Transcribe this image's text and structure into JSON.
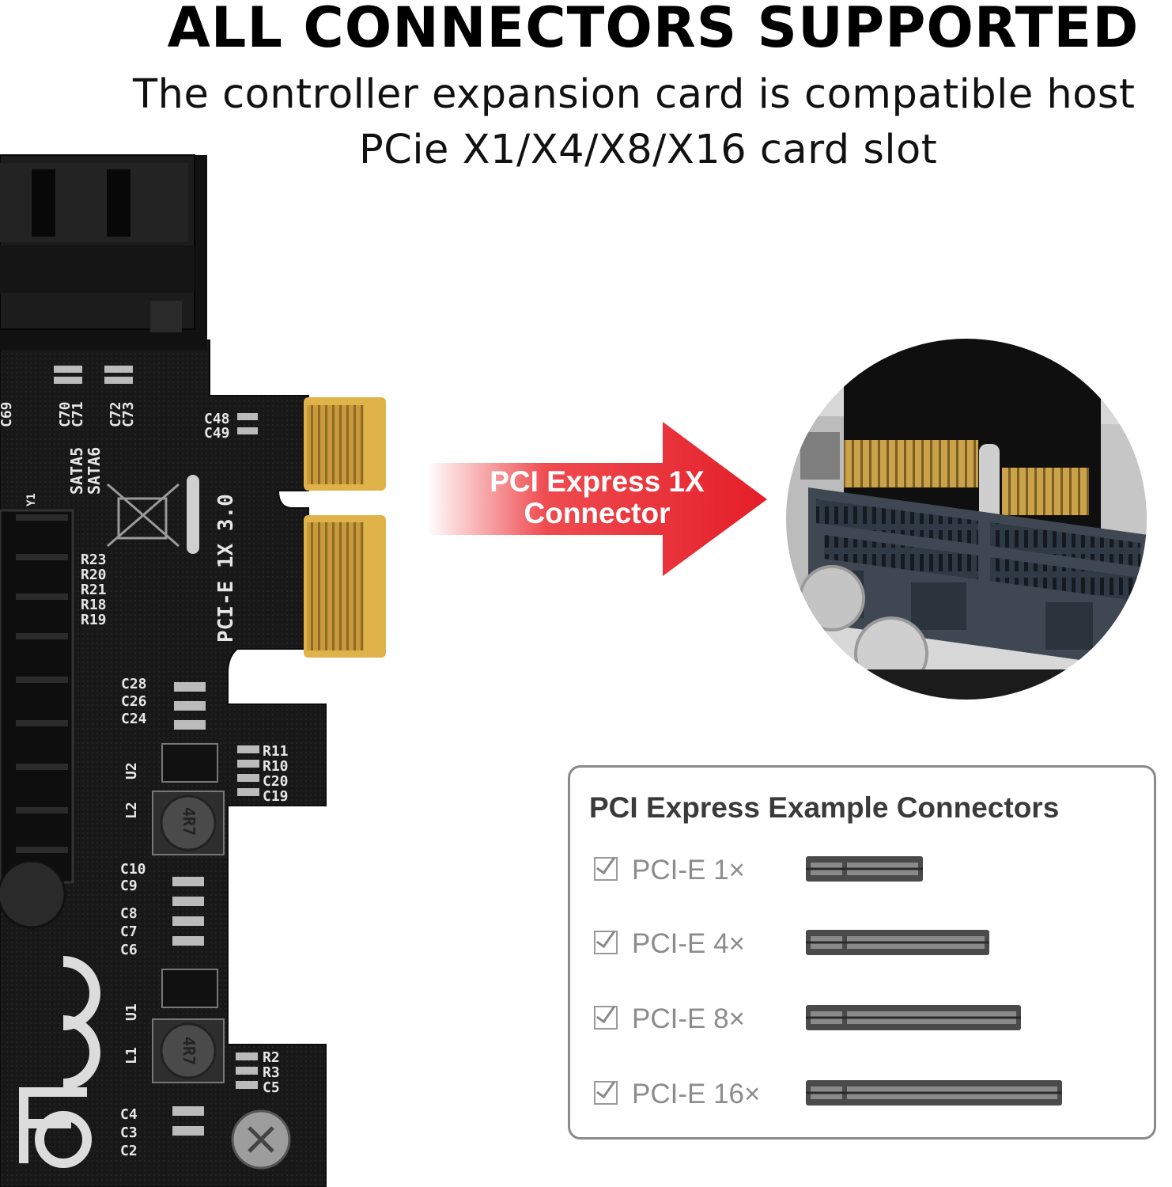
{
  "header": {
    "title": "ALL CONNECTORS SUPPORTED",
    "subtitle_line1": "The controller expansion card is compatible host",
    "subtitle_line2": "PCie X1/X4/X8/X16 card slot"
  },
  "arrow": {
    "line1": "PCI Express 1X",
    "line2": "Connector"
  },
  "board_labels": {
    "c69": "C69",
    "c70": "C70",
    "c71": "C71",
    "c72": "C72",
    "c73": "C73",
    "c48": "C48",
    "c49": "C49",
    "sata5": "SATA5",
    "sata6": "SATA6",
    "y1": "Y1",
    "r23": "R23",
    "r20": "R20",
    "r21": "R21",
    "r18": "R18",
    "r19": "R19",
    "pcie_mark": "PCI-E 1X 3.0",
    "c28": "C28",
    "c26": "C26",
    "c24": "C24",
    "u2": "U2",
    "r11": "R11",
    "r10": "R10",
    "c20": "C20",
    "c19": "C19",
    "l2": "L2",
    "inductor": "4R7",
    "c10": "C10",
    "c9": "C9",
    "c8": "C8",
    "c7": "C7",
    "c6": "C6",
    "u1": "U1",
    "l1": "L1",
    "r2": "R2",
    "r3": "R3",
    "c5": "C5",
    "c4": "C4",
    "c3": "C3",
    "c2": "C2"
  },
  "examples": {
    "title": "PCI Express Example Connectors",
    "items": [
      {
        "label": "PCI-E 1×"
      },
      {
        "label": "PCI-E 4×"
      },
      {
        "label": "PCI-E 8×"
      },
      {
        "label": "PCI-E 16×"
      }
    ]
  },
  "colors": {
    "pcb": "#151515",
    "gold": "#c99a3c",
    "arrow_red": "#e41e28",
    "slot_gray": "#3e4752"
  }
}
